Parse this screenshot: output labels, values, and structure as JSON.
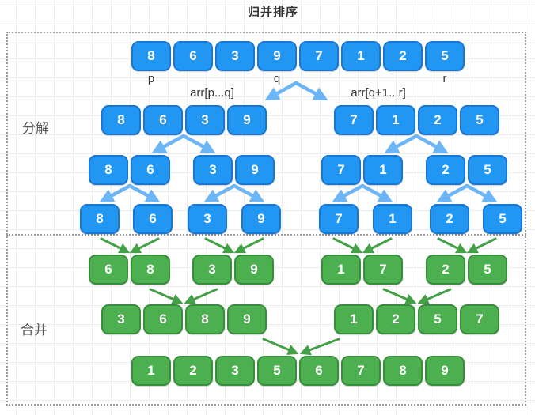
{
  "title": "归并排序",
  "labels": {
    "p": "p",
    "q": "q",
    "r": "r",
    "arr_pq": "arr[p...q]",
    "arr_q1r": "arr[q+1...r]",
    "decompose": "分解",
    "merge": "合并"
  },
  "colors": {
    "blue_fill": "#2196F3",
    "blue_border": "#1976D2",
    "green_fill": "#4CAF50",
    "green_border": "#388E3C",
    "blue_arrow": "#6CB5F6",
    "green_arrow": "#43A047",
    "grid_line": "#ededed",
    "dotted_border": "#9a9a9a"
  },
  "groups": [
    {
      "id": "l1",
      "type": "blue",
      "values": [
        8,
        6,
        3,
        9,
        7,
        1,
        2,
        5
      ]
    },
    {
      "id": "l2a",
      "type": "blue",
      "values": [
        8,
        6,
        3,
        9
      ]
    },
    {
      "id": "l2b",
      "type": "blue",
      "values": [
        7,
        1,
        2,
        5
      ]
    },
    {
      "id": "l3a",
      "type": "blue",
      "values": [
        8,
        6
      ]
    },
    {
      "id": "l3b",
      "type": "blue",
      "values": [
        3,
        9
      ]
    },
    {
      "id": "l3c",
      "type": "blue",
      "values": [
        7,
        1
      ]
    },
    {
      "id": "l3d",
      "type": "blue",
      "values": [
        2,
        5
      ]
    },
    {
      "id": "l4a",
      "type": "blue",
      "values": [
        8
      ]
    },
    {
      "id": "l4b",
      "type": "blue",
      "values": [
        6
      ]
    },
    {
      "id": "l4c",
      "type": "blue",
      "values": [
        3
      ]
    },
    {
      "id": "l4d",
      "type": "blue",
      "values": [
        9
      ]
    },
    {
      "id": "l4e",
      "type": "blue",
      "values": [
        7
      ]
    },
    {
      "id": "l4f",
      "type": "blue",
      "values": [
        1
      ]
    },
    {
      "id": "l4g",
      "type": "blue",
      "values": [
        2
      ]
    },
    {
      "id": "l4h",
      "type": "blue",
      "values": [
        5
      ]
    },
    {
      "id": "l5a",
      "type": "green",
      "values": [
        6,
        8
      ]
    },
    {
      "id": "l5b",
      "type": "green",
      "values": [
        3,
        9
      ]
    },
    {
      "id": "l5c",
      "type": "green",
      "values": [
        1,
        7
      ]
    },
    {
      "id": "l5d",
      "type": "green",
      "values": [
        2,
        5
      ]
    },
    {
      "id": "l6a",
      "type": "green",
      "values": [
        3,
        6,
        8,
        9
      ]
    },
    {
      "id": "l6b",
      "type": "green",
      "values": [
        1,
        2,
        5,
        7
      ]
    },
    {
      "id": "l7",
      "type": "green",
      "values": [
        1,
        2,
        3,
        5,
        6,
        7,
        8,
        9
      ]
    }
  ]
}
